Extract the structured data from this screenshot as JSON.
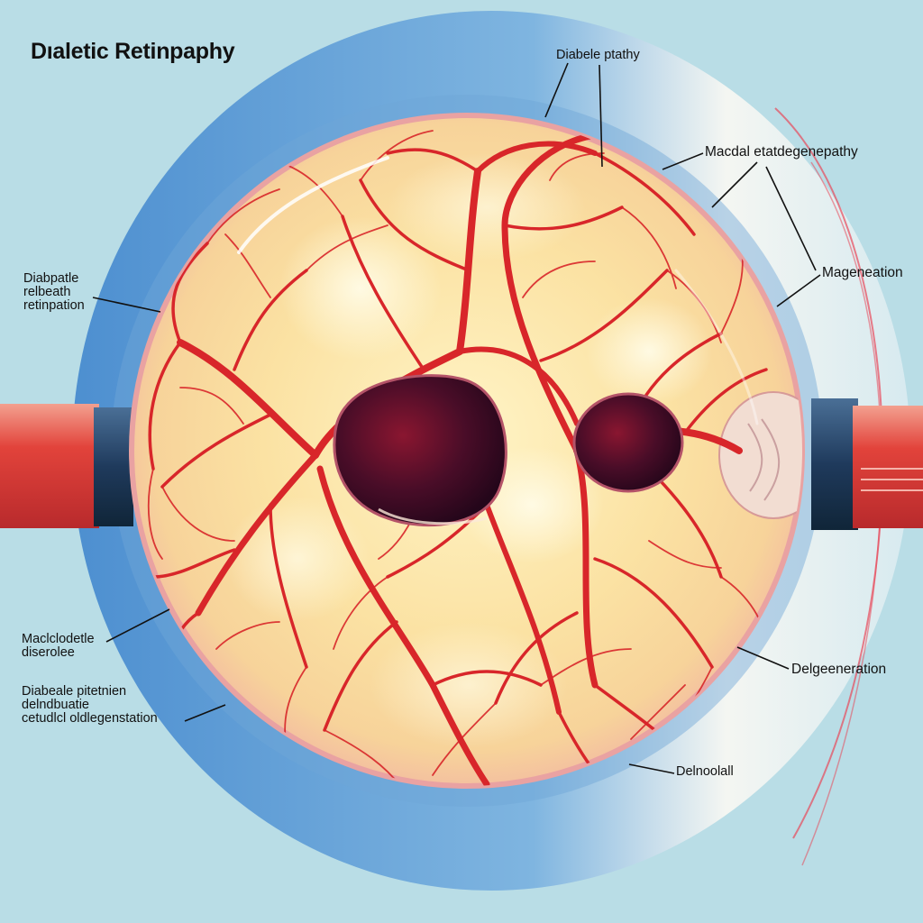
{
  "title": "Dıaletic Retinpaphy",
  "labels": {
    "top_center": "Diabele ptathy",
    "top_right": "Macdal etatdegenepathy",
    "right_mid": "Mageneation",
    "left_upper": [
      "Diabpatle",
      "relbeath",
      "retinpation"
    ],
    "left_lower": [
      "Maclclodetle",
      "diserolee"
    ],
    "left_bottom": [
      "Diabeale pitetnien",
      "delndbuatie",
      "cetudlcl oldlegenstation"
    ],
    "right_lower": "Delgeeneration",
    "bottom_right": "Delnoolall"
  },
  "colors": {
    "background": "#b9dde6",
    "ring_blue": "#5f9fd4",
    "vessel_red": "#d8262a",
    "retina_yellow": "#fbe7ad",
    "dark_spot": "#3b0b26"
  }
}
